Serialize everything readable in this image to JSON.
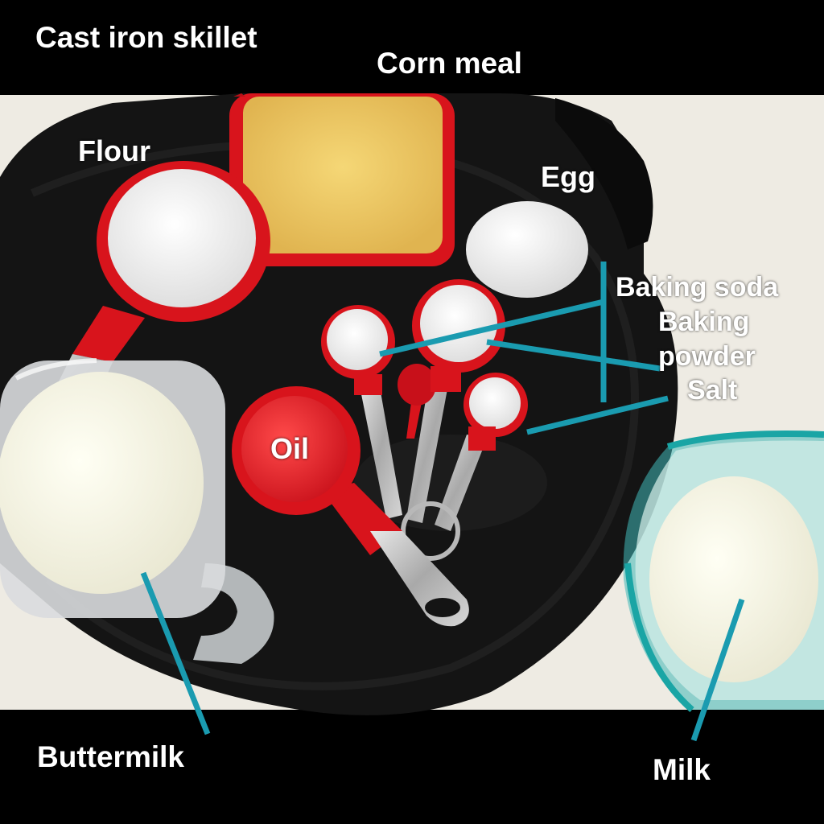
{
  "labels": {
    "cast_iron_skillet": "Cast iron skillet",
    "corn_meal": "Corn meal",
    "flour": "Flour",
    "egg": "Egg",
    "baking_soda": "Baking soda",
    "baking_powder_line1": "Baking",
    "baking_powder_line2": "powder",
    "salt": "Salt",
    "oil": "Oil",
    "buttermilk": "Buttermilk",
    "milk": "Milk"
  },
  "colors": {
    "banner": "#000000",
    "label_text": "#ffffff",
    "pointer_line": "#1a9bb0",
    "skillet": "#141414",
    "measuring_cup": "#d8141c",
    "counter": "#f2efe8"
  }
}
